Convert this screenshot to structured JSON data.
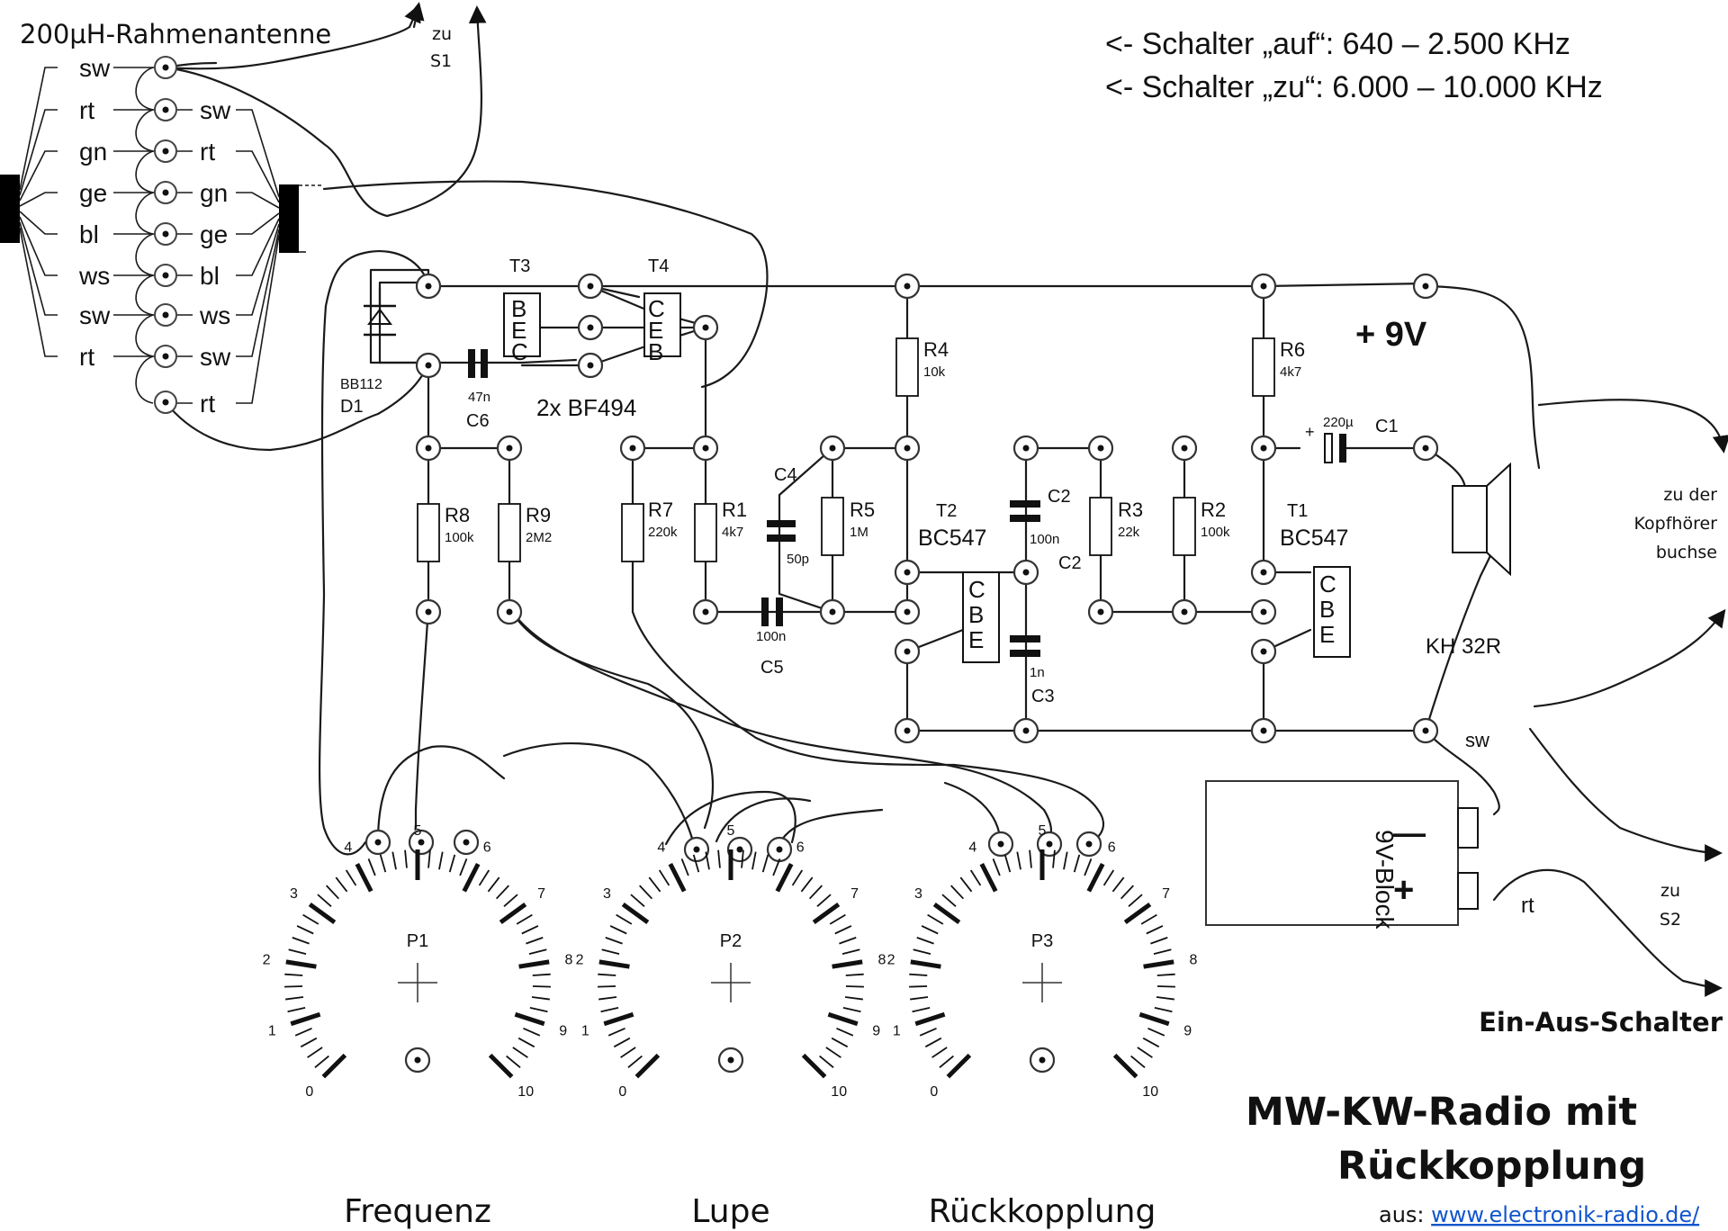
{
  "antenna": {
    "title": "200µH-Rahmenantenne",
    "left_labels": [
      "sw",
      "rt",
      "gn",
      "ge",
      "bl",
      "ws",
      "sw",
      "rt"
    ],
    "right_labels": [
      "sw",
      "rt",
      "gn",
      "ge",
      "bl",
      "ws",
      "sw",
      "rt"
    ],
    "to_label_line1": "zu",
    "to_label_line2": "S1"
  },
  "switch_notes": {
    "open": "<-  Schalter „auf“:    640 – 2.500 KHz",
    "closed": "<-  Schalter „zu“: 6.000 – 10.000 KHz"
  },
  "components": {
    "T3": "T3",
    "T4": "T4",
    "transistor_pair": "2x BF494",
    "bf_pins_left": [
      "B",
      "E",
      "C"
    ],
    "bf_pins_right": [
      "C",
      "E",
      "B"
    ],
    "D1_type": "BB112",
    "D1": "D1",
    "C6": "C6",
    "C6_value": "47n",
    "R8": "R8",
    "R8_value": "100k",
    "R9": "R9",
    "R9_value": "2M2",
    "R7": "R7",
    "R7_value": "220k",
    "R1": "R1",
    "R1_value": "4k7",
    "C4": "C4",
    "C4_value": "50p",
    "R5": "R5",
    "R5_value": "1M",
    "C5": "C5",
    "C5_value": "100n",
    "R4": "R4",
    "R4_value": "10k",
    "T2": "T2",
    "T2_type": "BC547",
    "T2_pins": [
      "C",
      "B",
      "E"
    ],
    "C2": "C2",
    "C2_value": "100n",
    "C2_label2": "C2",
    "C3": "C3",
    "C3_value": "1n",
    "R3": "R3",
    "R3_value": "22k",
    "R2": "R2",
    "R2_value": "100k",
    "R6": "R6",
    "R6_value": "4k7",
    "T1": "T1",
    "T1_type": "BC547",
    "T1_pins": [
      "C",
      "B",
      "E"
    ],
    "C1": "C1",
    "C1_value": "220µ",
    "C1_plus": "+",
    "supply": "+ 9V",
    "headphone": "KH 32R",
    "wire_sw": "sw",
    "wire_rt": "rt",
    "battery": "9V-Block",
    "battery_minus": "—",
    "battery_plus": "+"
  },
  "side_labels": {
    "headphone_jack": [
      "zu der",
      "Kopfhörer",
      "buchse"
    ],
    "to_s2": [
      "zu",
      "S2"
    ],
    "power_switch": "Ein-Aus-Schalter"
  },
  "dials": [
    {
      "name": "P1",
      "caption": "Frequenz"
    },
    {
      "name": "P2",
      "caption": "Lupe"
    },
    {
      "name": "P3",
      "caption": "Rückkopplung"
    }
  ],
  "dial_scale": [
    "0",
    "1",
    "2",
    "3",
    "4",
    "5",
    "6",
    "7",
    "8",
    "9",
    "10"
  ],
  "project": {
    "title_line1": "MW-KW-Radio mit",
    "title_line2": "Rückkopplung",
    "source_prefix": "aus: ",
    "source_link": "www.electronik-radio.de/"
  }
}
